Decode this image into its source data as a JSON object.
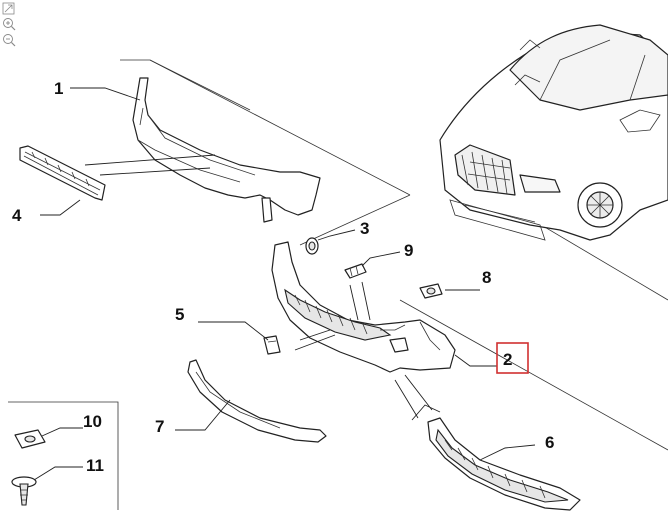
{
  "diagram": {
    "callouts": [
      {
        "id": "1",
        "label": "1"
      },
      {
        "id": "2",
        "label": "2",
        "highlighted": true
      },
      {
        "id": "3",
        "label": "3"
      },
      {
        "id": "4",
        "label": "4"
      },
      {
        "id": "5",
        "label": "5"
      },
      {
        "id": "6",
        "label": "6"
      },
      {
        "id": "7",
        "label": "7"
      },
      {
        "id": "8",
        "label": "8"
      },
      {
        "id": "9",
        "label": "9"
      },
      {
        "id": "10",
        "label": "10"
      },
      {
        "id": "11",
        "label": "11"
      }
    ],
    "highlight_color": "#d03030"
  },
  "toolbar": {
    "icons": [
      "fit-view-icon",
      "zoom-in-icon",
      "zoom-out-icon"
    ]
  }
}
